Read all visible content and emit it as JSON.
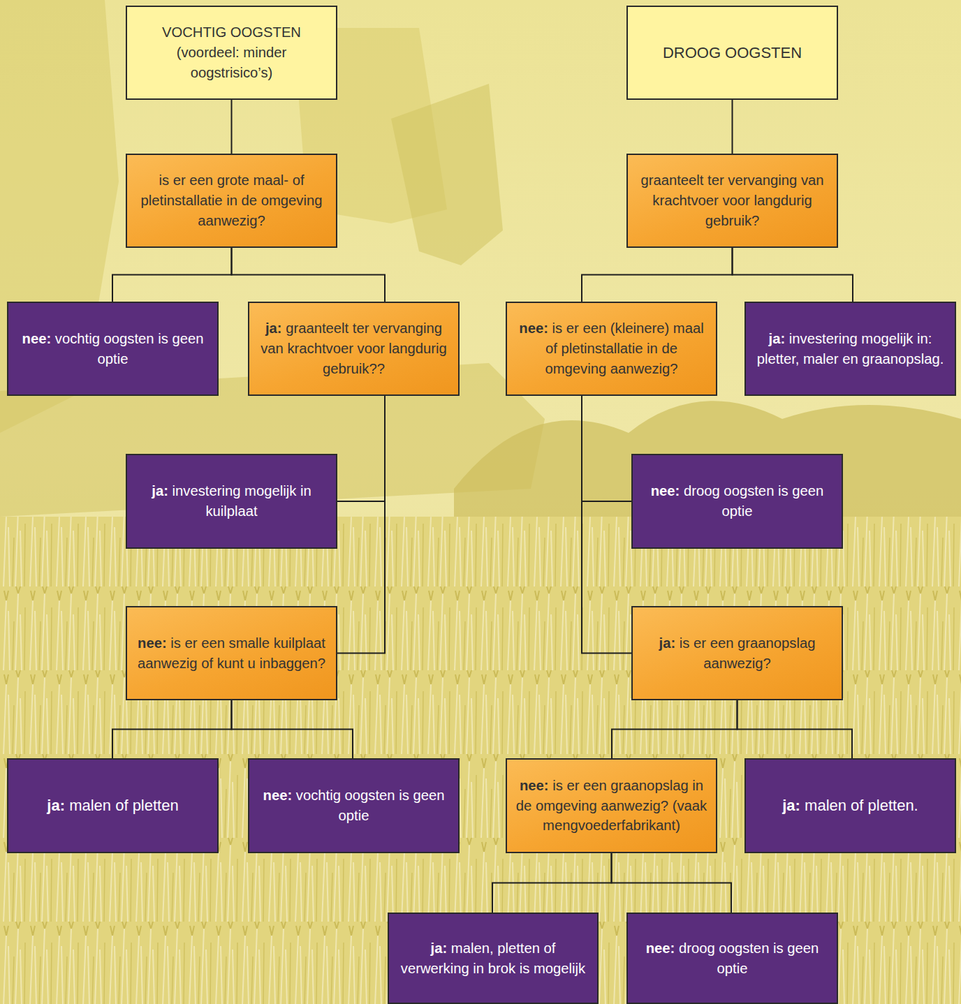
{
  "diagram": {
    "nodes": [
      {
        "text": [
          "VOCHTIG OOGSTEN",
          "(voordeel: minder oogstrisico’s)"
        ]
      },
      {
        "text": [
          "is er een grote maal- of pletinstallatie in de omgeving aanwezig?"
        ]
      },
      {
        "text": [
          "nee:",
          "vochtig oogsten is geen optie"
        ]
      },
      {
        "text": [
          "ja:",
          "graanteelt ter vervanging van krachtvoer voor langdurig gebruik??"
        ]
      },
      {
        "text": [
          "ja:",
          "investering mogelijk in kuilplaat"
        ]
      },
      {
        "text": [
          "nee:",
          "is er een smalle kuilplaat aanwezig of kunt u inbaggen?"
        ]
      },
      {
        "text": [
          "ja:",
          "malen of pletten"
        ]
      },
      {
        "text": [
          "nee:",
          "vochtig oogsten is geen optie"
        ]
      },
      {
        "text": [
          "DROOG OOGSTEN"
        ]
      },
      {
        "text": [
          "graanteelt ter vervanging van krachtvoer voor langdurig gebruik?"
        ]
      },
      {
        "text": [
          "nee:",
          "is er een (kleinere) maal of pletinstallatie in de omgeving aanwezig?"
        ]
      },
      {
        "text": [
          "ja:",
          "investering mogelijk in: pletter, maler en graanopslag."
        ]
      },
      {
        "text": [
          "nee:",
          "droog oogsten is geen optie"
        ]
      },
      {
        "text": [
          "ja:",
          "is er een graanopslag aanwezig?"
        ]
      },
      {
        "text": [
          "nee:",
          "is er een graanopslag in de omgeving aanwezig? (vaak mengvoederfabrikant)"
        ]
      },
      {
        "text": [
          "ja:",
          "malen of pletten."
        ]
      },
      {
        "text": [
          "ja:",
          "malen, pletten of verwerking in brok is mogelijk"
        ]
      },
      {
        "text": [
          "nee:",
          "droog oogsten is geen optie"
        ]
      }
    ],
    "edges": [
      {
        "from": 0,
        "to": 1,
        "arrow": "none"
      },
      {
        "from": 1,
        "to": 2,
        "arrow": "none"
      },
      {
        "from": 1,
        "to": 3,
        "arrow": "none"
      },
      {
        "from": 3,
        "to": 4,
        "arrow": "none"
      },
      {
        "from": 3,
        "to": 5,
        "arrow": "none"
      },
      {
        "from": 5,
        "to": 6,
        "arrow": "none"
      },
      {
        "from": 5,
        "to": 7,
        "arrow": "none"
      },
      {
        "from": 8,
        "to": 9,
        "arrow": "none"
      },
      {
        "from": 9,
        "to": 10,
        "arrow": "none"
      },
      {
        "from": 9,
        "to": 11,
        "arrow": "none"
      },
      {
        "from": 10,
        "to": 12,
        "arrow": "none"
      },
      {
        "from": 10,
        "to": 13,
        "arrow": "none"
      },
      {
        "from": 13,
        "to": 14,
        "arrow": "none"
      },
      {
        "from": 13,
        "to": 15,
        "arrow": "none"
      },
      {
        "from": 14,
        "to": 16,
        "arrow": "none"
      },
      {
        "from": 14,
        "to": 17,
        "arrow": "none"
      }
    ]
  }
}
